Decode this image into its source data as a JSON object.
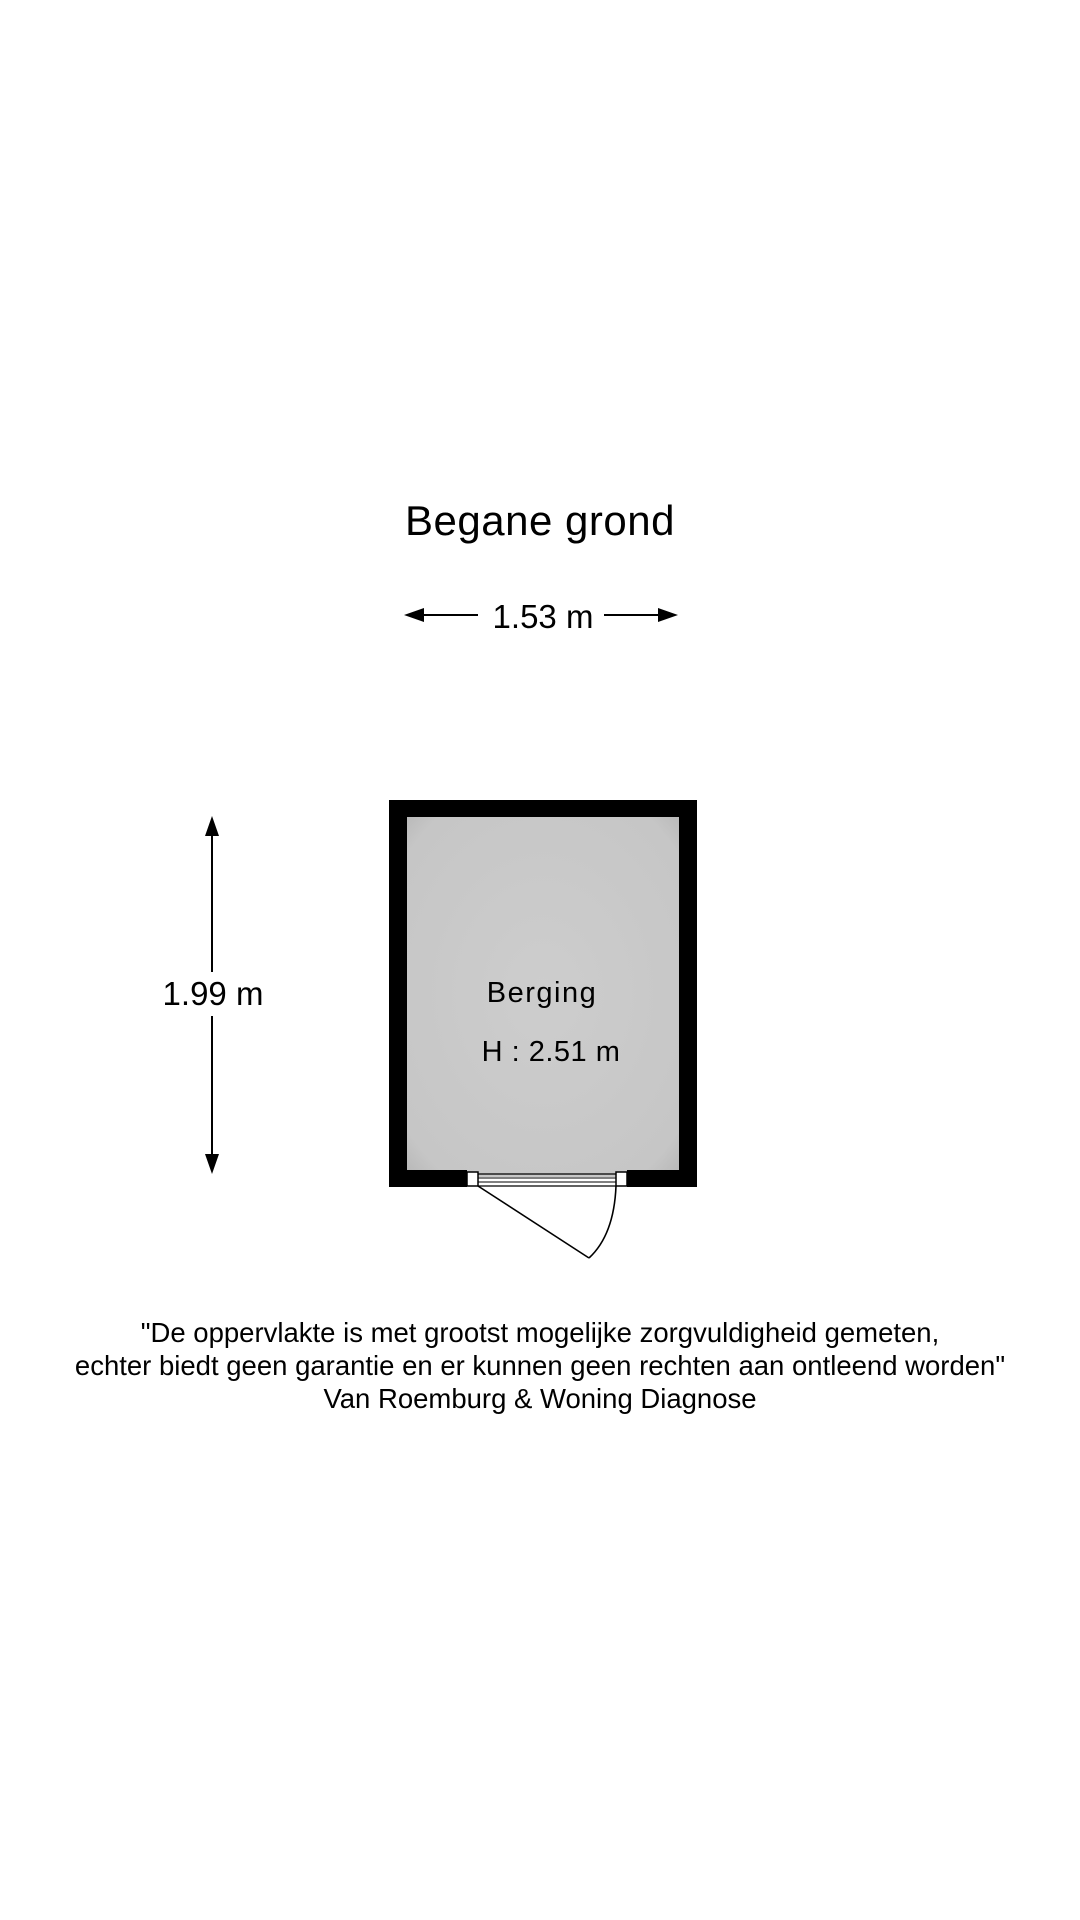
{
  "floor_title": "Begane grond",
  "dimensions": {
    "width_label": "1.53 m",
    "height_label": "1.99 m"
  },
  "room": {
    "name": "Berging",
    "height_label": "H : 2.51 m"
  },
  "disclaimer": {
    "line1": "\"De oppervlakte is met grootst mogelijke zorgvuldigheid gemeten,",
    "line2": "echter biedt geen garantie en er kunnen geen rechten aan ontleend worden\"",
    "line3": "Van Roemburg & Woning Diagnose"
  },
  "colors": {
    "wall": "#000000",
    "floor": "#c8c8c8",
    "background": "#ffffff"
  }
}
